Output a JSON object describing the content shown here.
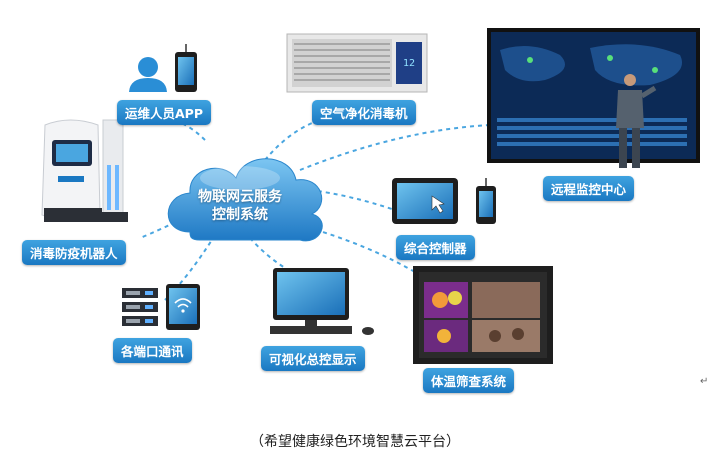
{
  "cloud": {
    "line1": "物联网云服务",
    "line2": "控制系统"
  },
  "nodes": {
    "ops_app": "运维人员APP",
    "air_purifier": "空气净化消毒机",
    "remote_monitor": "远程监控中心",
    "robot": "消毒防疫机器人",
    "controller": "综合控制器",
    "ports": "各端口通讯",
    "display": "可视化总控显示",
    "thermal": "体温筛查系统"
  },
  "purifier_readout": "12",
  "caption": "（希望健康绿色环境智慧云平台）",
  "colors": {
    "accent": "#1a78c2",
    "cloud": "#3a9ad9",
    "dash": "#4aa6e0"
  }
}
